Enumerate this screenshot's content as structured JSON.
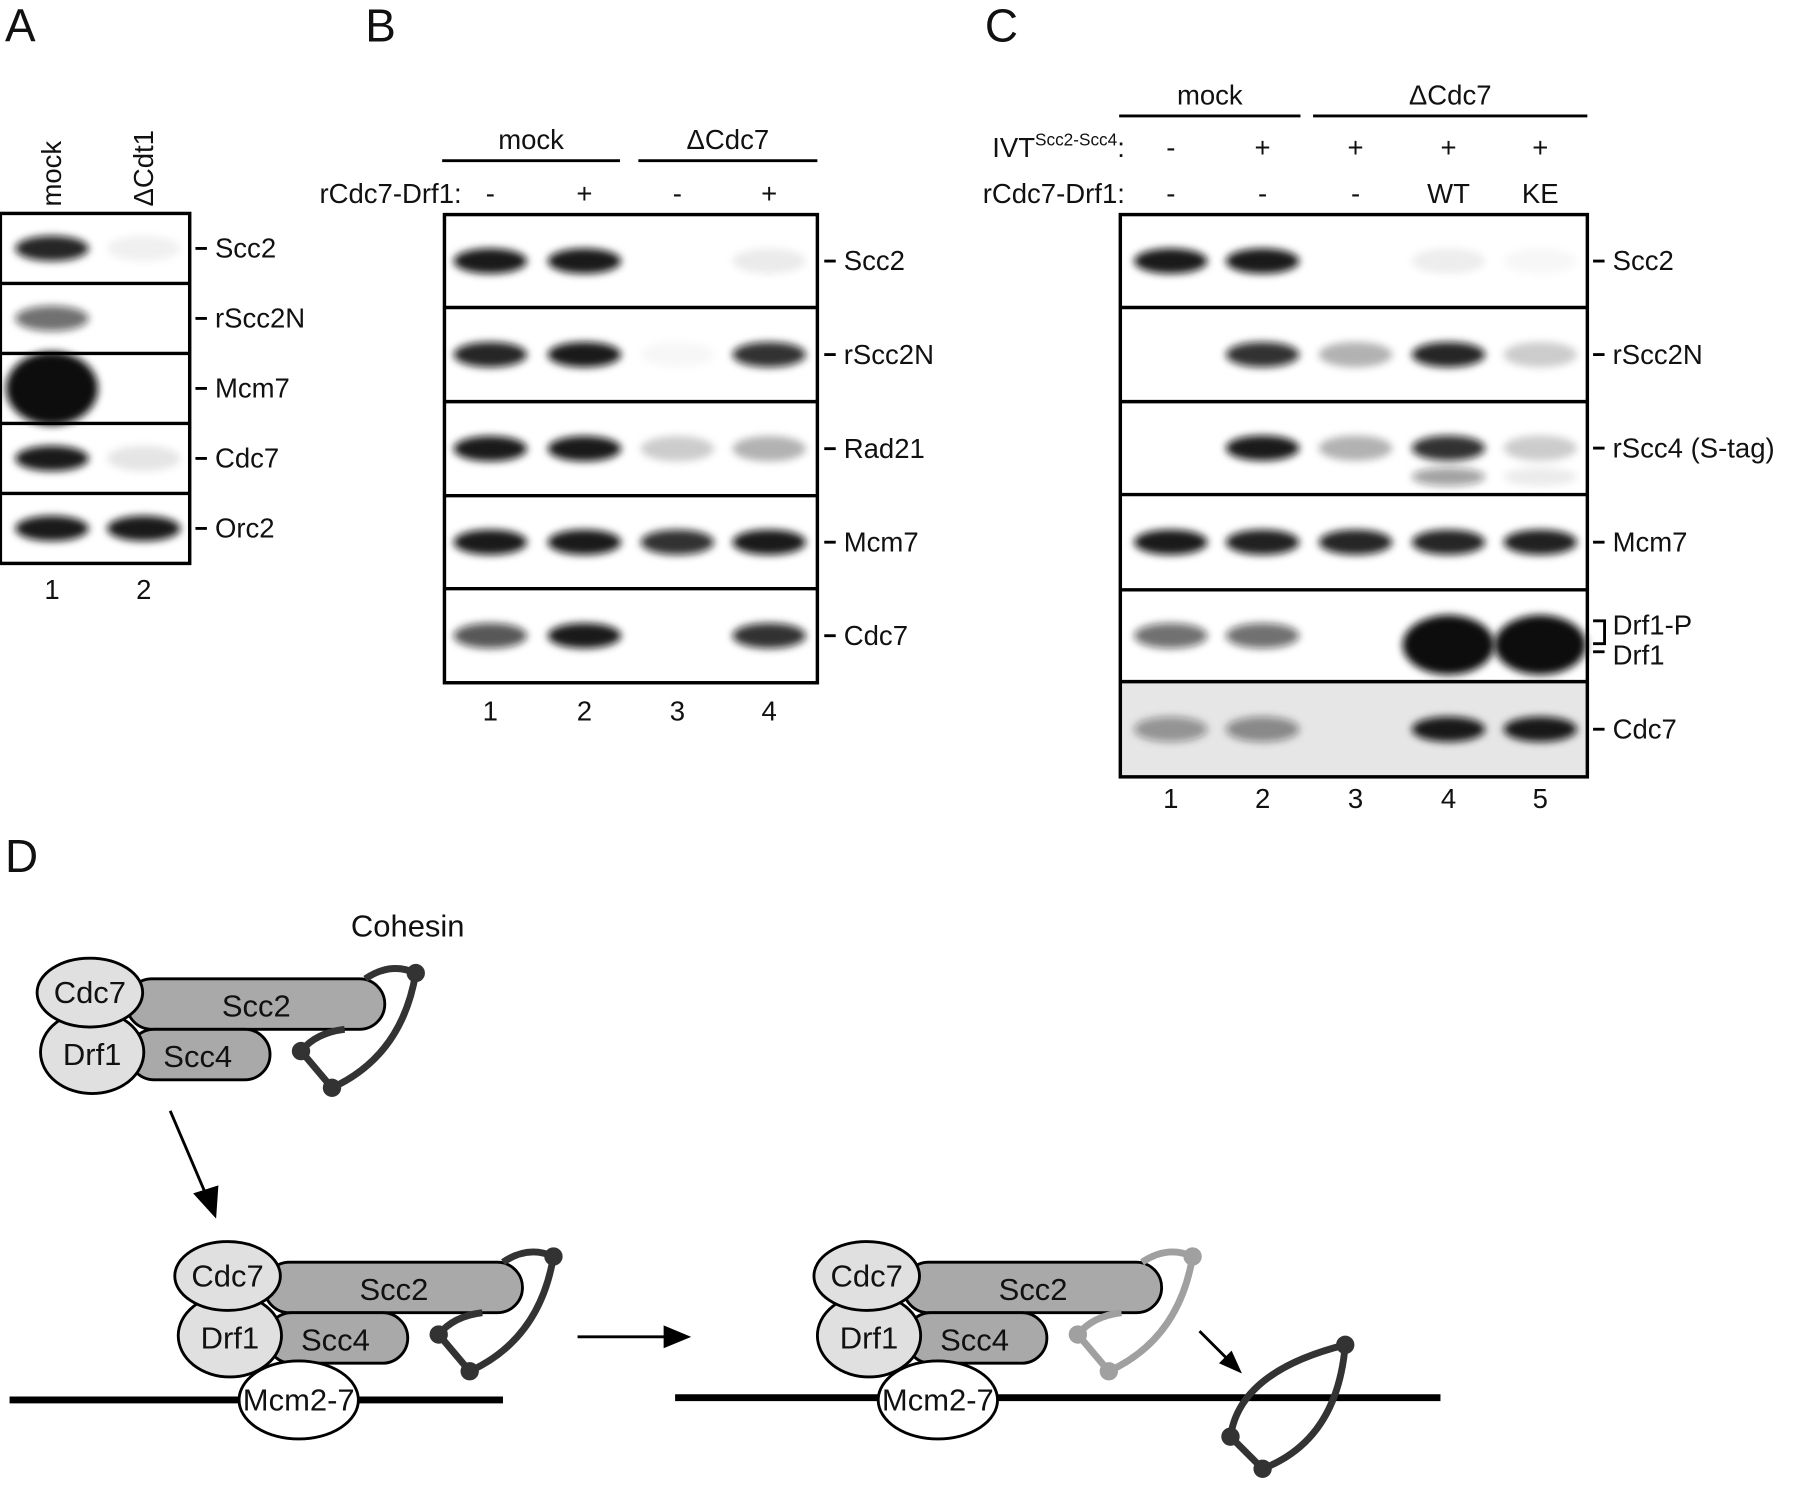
{
  "panels": {
    "A": {
      "letter": "A",
      "columns": [
        "mock",
        "ΔCdt1"
      ],
      "lanes": [
        "1",
        "2"
      ],
      "rows": [
        {
          "label": "Scc2",
          "bands": [
            0.9,
            0.06
          ]
        },
        {
          "label": "rScc2N",
          "bands": [
            0.6,
            0
          ]
        },
        {
          "label": "Mcm7",
          "bands": [
            1.0,
            0
          ]
        },
        {
          "label": "Cdc7",
          "bands": [
            0.95,
            0.1
          ]
        },
        {
          "label": "Orc2",
          "bands": [
            0.95,
            0.95
          ]
        }
      ]
    },
    "B": {
      "letter": "B",
      "groups": [
        "mock",
        "ΔCdc7"
      ],
      "conditions": [
        {
          "label": "rCdc7-Drf1:",
          "values": [
            "-",
            "+",
            "-",
            "+"
          ]
        }
      ],
      "lanes": [
        "1",
        "2",
        "3",
        "4"
      ],
      "rows": [
        {
          "label": "Scc2",
          "bands": [
            0.95,
            0.95,
            0,
            0.08
          ]
        },
        {
          "label": "rScc2N",
          "bands": [
            0.9,
            0.95,
            0.03,
            0.85
          ]
        },
        {
          "label": "Rad21",
          "bands": [
            0.95,
            0.95,
            0.2,
            0.3
          ]
        },
        {
          "label": "Mcm7",
          "bands": [
            0.95,
            0.95,
            0.85,
            0.95
          ]
        },
        {
          "label": "Cdc7",
          "bands": [
            0.7,
            0.95,
            0,
            0.85
          ]
        }
      ]
    },
    "C": {
      "letter": "C",
      "groups": [
        "mock",
        "ΔCdc7"
      ],
      "conditions": [
        {
          "label": "IVT",
          "superscript": "Scc2-Scc4",
          "suffix": ":",
          "values": [
            "-",
            "+",
            "+",
            "+",
            "+"
          ]
        },
        {
          "label": "rCdc7-Drf1:",
          "values": [
            "-",
            "-",
            "-",
            "WT",
            "KE"
          ]
        }
      ],
      "lanes": [
        "1",
        "2",
        "3",
        "4",
        "5"
      ],
      "rows": [
        {
          "label": "Scc2",
          "bands": [
            0.95,
            0.95,
            0,
            0.07,
            0.03
          ]
        },
        {
          "label": "rScc2N",
          "bands": [
            0,
            0.85,
            0.3,
            0.9,
            0.2
          ]
        },
        {
          "label": "rScc4 (S-tag)",
          "bands": [
            0,
            0.95,
            0.3,
            0.85,
            0.2
          ],
          "secondary_bands": [
            0,
            0,
            0,
            0.4,
            0.08
          ]
        },
        {
          "label": "Mcm7",
          "bands": [
            0.95,
            0.92,
            0.9,
            0.9,
            0.92
          ]
        },
        {
          "label": "Drf1-P",
          "label2": "Drf1",
          "bands": [
            0.6,
            0.6,
            0,
            1.0,
            1.0
          ]
        },
        {
          "label": "Cdc7",
          "bands": [
            0.4,
            0.45,
            0,
            0.95,
            0.95
          ]
        }
      ]
    }
  },
  "diagram": {
    "letter": "D",
    "cohesin_label": "Cohesin",
    "proteins": {
      "cdc7": "Cdc7",
      "scc2": "Scc2",
      "drf1": "Drf1",
      "scc4": "Scc4",
      "mcm": "Mcm2-7"
    },
    "colors": {
      "light": "#e0e0e0",
      "mid": "#a9a9a9",
      "cohesin": "#333333",
      "cohesin_faded": "#a0a0a0"
    }
  }
}
